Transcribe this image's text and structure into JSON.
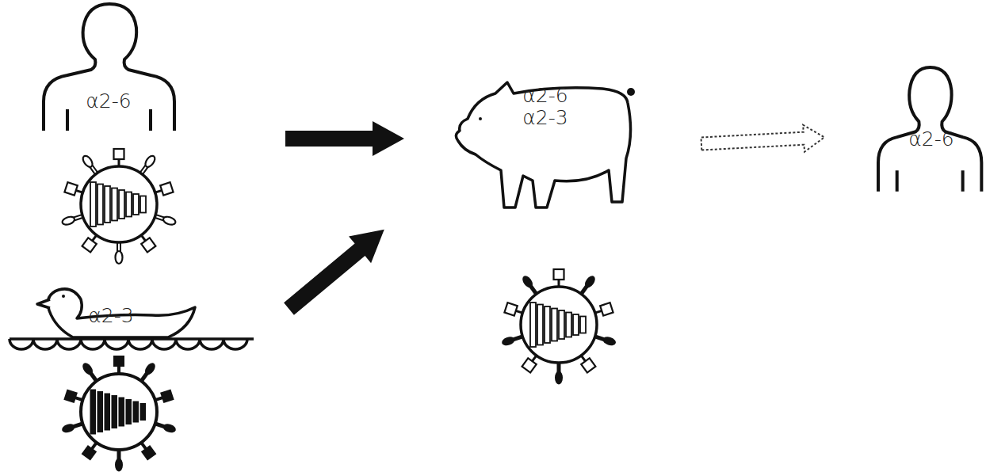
{
  "diagram": {
    "nodes": [
      {
        "text": [
          "α2-6"
        ]
      },
      {
        "text": [
          "α2-3"
        ]
      },
      {
        "text": [
          "α2-6",
          "α2-3"
        ]
      },
      {
        "text": [
          "α2-6"
        ]
      }
    ],
    "edges": [
      {
        "from": 0,
        "to": 2,
        "arrow": "to"
      },
      {
        "from": 1,
        "to": 2,
        "arrow": "to"
      },
      {
        "from": 2,
        "to": 3,
        "arrow": "to"
      }
    ]
  }
}
